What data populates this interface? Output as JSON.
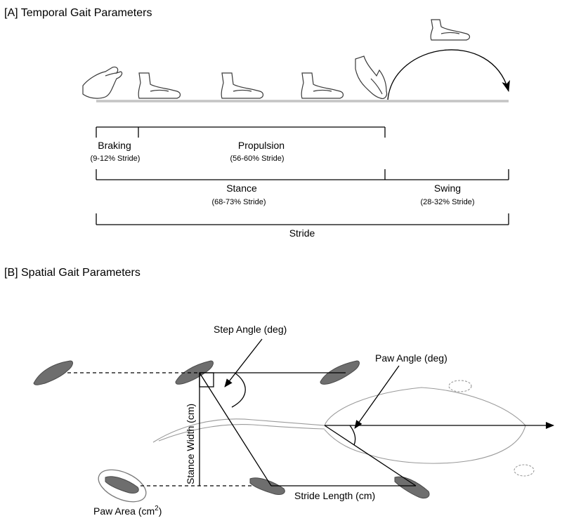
{
  "panel_a": {
    "title": "[A] Temporal Gait Parameters",
    "braking": {
      "label": "Braking",
      "range": "(9-12% Stride)"
    },
    "propulsion": {
      "label": "Propulsion",
      "range": "(56-60% Stride)"
    },
    "stance": {
      "label": "Stance",
      "range": "(68-73% Stride)"
    },
    "swing": {
      "label": "Swing",
      "range": "(28-32% Stride)"
    },
    "stride": {
      "label": "Stride"
    }
  },
  "panel_b": {
    "title": "[B] Spatial Gait Parameters",
    "step_angle": "Step Angle (deg)",
    "paw_angle": "Paw Angle (deg)",
    "stance_width": "Stance Width (cm)",
    "stride_length": "Stride Length (cm)",
    "paw_area": "Paw Area (cm",
    "paw_area_sup": "2",
    "paw_area_close": ")"
  },
  "colors": {
    "ground": "#c4c4c4",
    "paw_print": "#6e6e6e",
    "body_outline": "#9a9a9a",
    "ink": "#000000"
  }
}
